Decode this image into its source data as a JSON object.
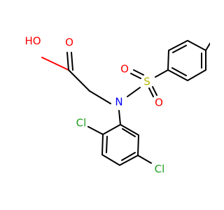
{
  "molecule": {
    "atoms": {
      "hydroxyl": "HO",
      "carbonyl_oxygen": "O",
      "nitrogen": "N",
      "sulfur": "S",
      "sulfonyl_oxygen_left": "O",
      "sulfonyl_oxygen_bottom": "O",
      "chlorine_ortho": "Cl",
      "chlorine_meta": "Cl"
    },
    "colors": {
      "oxygen": "#ff0000",
      "nitrogen": "#0000ff",
      "sulfur": "#b8b800",
      "chlorine": "#1fa01f",
      "carbon_bond": "#000000"
    }
  }
}
